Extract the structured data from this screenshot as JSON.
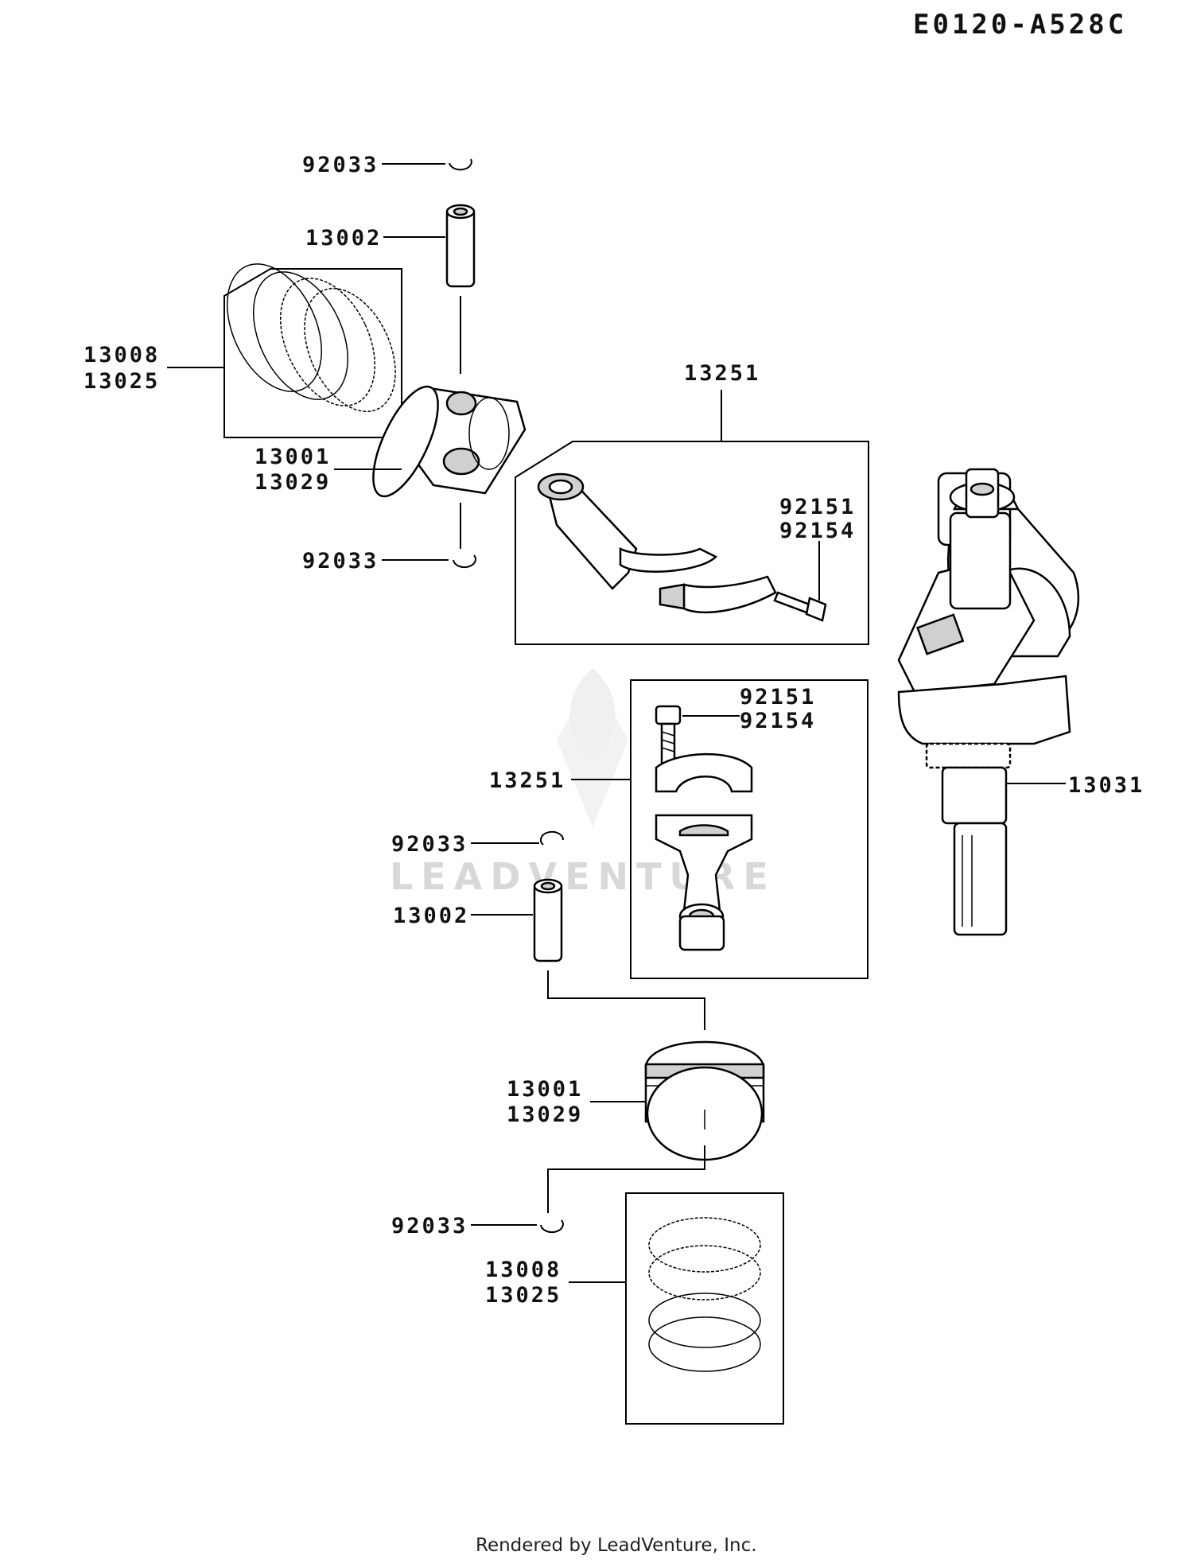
{
  "diagram_code": "E0120-A528C",
  "footer": "Rendered by LeadVenture, Inc.",
  "watermark": "LEADVENTURE",
  "labels": {
    "snap_ring_top1": "92033",
    "pin_top": "13002",
    "rings_top_a": "13008",
    "rings_top_b": "13025",
    "piston_top_a": "13001",
    "piston_top_b": "13029",
    "snap_ring_top2": "92033",
    "rod_top": "13251",
    "bolt_top_a": "92151",
    "bolt_top_b": "92154",
    "bolt_bot_a": "92151",
    "bolt_bot_b": "92154",
    "rod_bot": "13251",
    "crankshaft": "13031",
    "snap_ring_bot1": "92033",
    "pin_bot": "13002",
    "piston_bot_a": "13001",
    "piston_bot_b": "13029",
    "snap_ring_bot2": "92033",
    "rings_bot_a": "13008",
    "rings_bot_b": "13025"
  }
}
